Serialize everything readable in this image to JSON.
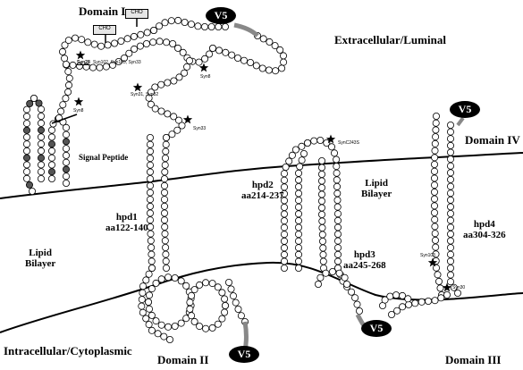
{
  "labels": {
    "domain_i": "Domain I",
    "domain_ii": "Domain II",
    "domain_iii": "Domain III",
    "domain_iv": "Domain IV",
    "extracellular": "Extracellular/Luminal",
    "intracellular": "Intracellular/Cytoplasmic",
    "lipid_bilayer_left": "Lipid\nBilayer",
    "lipid_bilayer_right": "Lipid\nBilayer",
    "signal_peptide": "Signal Peptide",
    "hpd1": "hpd1\naa122-140",
    "hpd2": "hpd2\naa214-237",
    "hpd3": "hpd3\naa245-268",
    "hpd4": "hpd4\naa304-326"
  },
  "tags": {
    "v5": "V5",
    "cho": "CHO"
  },
  "sites": {
    "syn28": "Syn28",
    "syn_group": "Syn102, Syn105, Syn33",
    "syn8_top": "Syn8",
    "syn8_left": "Syn8",
    "syn31_32": "Syn31, Syn32",
    "syn33": "Syn33",
    "syn_c243s": "SynC243S",
    "syn103": "Syn103",
    "syn30": "Syn30"
  },
  "colors": {
    "line": "#000000",
    "bead_fill": "#ffffff",
    "bead_dark": "#555555",
    "tag_gray": "#888888"
  }
}
